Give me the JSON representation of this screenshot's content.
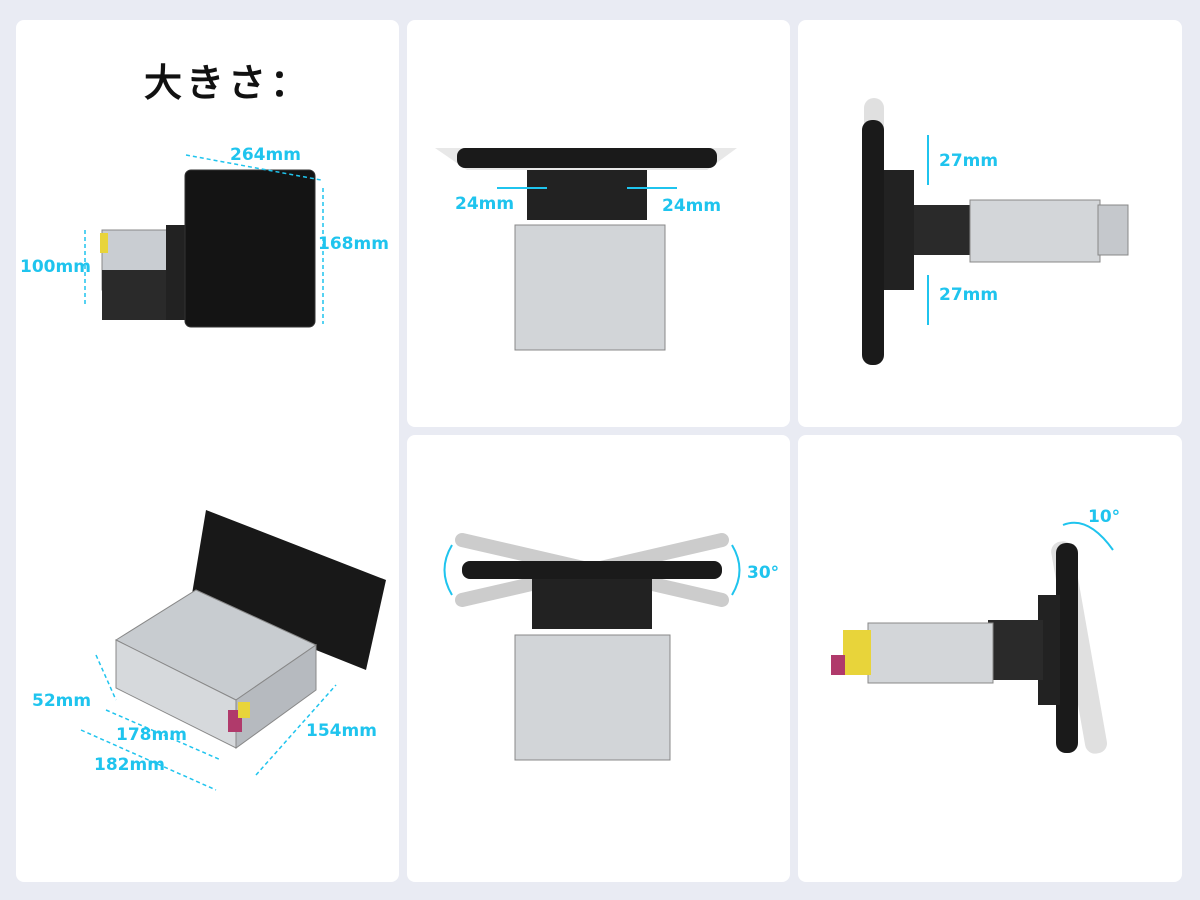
{
  "title": "大きさ：",
  "colors": {
    "accent": "#1fc4ee",
    "background": "#e9ebf3",
    "panel": "#ffffff"
  },
  "views": {
    "front": {
      "width": "264mm",
      "height": "168mm",
      "chassis_height": "100mm"
    },
    "top_swivel": {
      "left": "24mm",
      "right": "24mm"
    },
    "side_shift": {
      "up": "27mm",
      "down": "27mm"
    },
    "chassis": {
      "depth_top": "52mm",
      "width_inner": "178mm",
      "width_outer": "182mm",
      "depth": "154mm"
    },
    "rotate": {
      "angle": "30°"
    },
    "tilt": {
      "angle": "10°"
    }
  }
}
